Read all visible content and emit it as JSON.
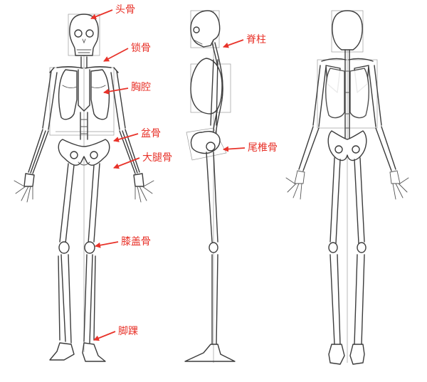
{
  "accent_color": "#e8332a",
  "labels": {
    "skull": "头骨",
    "clavicle": "锁骨",
    "thorax": "胸腔",
    "pelvis": "盆骨",
    "femur": "大腿骨",
    "patella": "膝盖骨",
    "ankle": "脚踝",
    "spine": "脊柱",
    "coccyx": "尾椎骨"
  }
}
